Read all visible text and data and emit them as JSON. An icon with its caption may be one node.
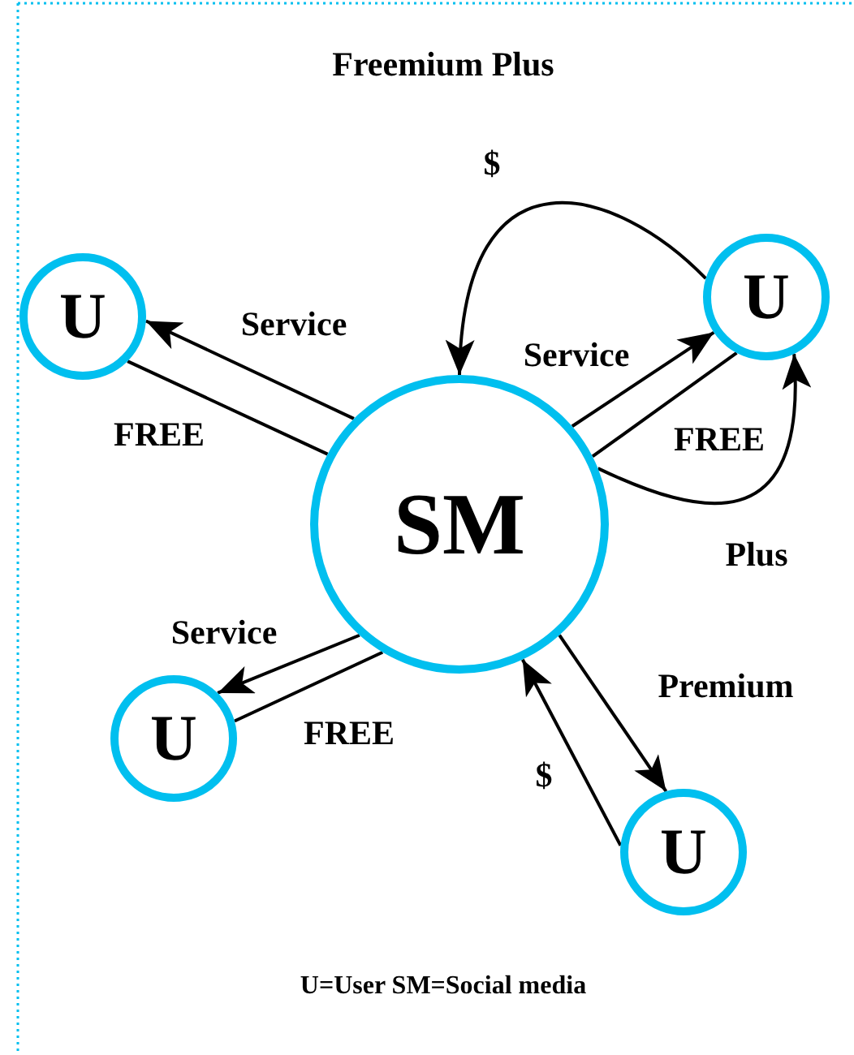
{
  "diagram": {
    "title": "Freemium Plus",
    "caption": "U=User SM=Social media",
    "nodes": [
      {
        "text": [
          "SM"
        ]
      },
      {
        "text": [
          "U"
        ]
      },
      {
        "text": [
          "U"
        ]
      },
      {
        "text": [
          "U"
        ]
      },
      {
        "text": [
          "U"
        ]
      }
    ],
    "edges": [
      {
        "from": 0,
        "to": 1,
        "arrow": "to",
        "label": "Service"
      },
      {
        "from": 1,
        "to": 0,
        "arrow": "none",
        "label": "FREE"
      },
      {
        "from": 0,
        "to": 2,
        "arrow": "to",
        "label": "Service"
      },
      {
        "from": 2,
        "to": 0,
        "arrow": "none",
        "label": "FREE"
      },
      {
        "from": 0,
        "to": 2,
        "arrow": "to",
        "label": "Plus"
      },
      {
        "from": 2,
        "to": 0,
        "arrow": "to",
        "label": "$"
      },
      {
        "from": 0,
        "to": 3,
        "arrow": "to",
        "label": "Service"
      },
      {
        "from": 3,
        "to": 0,
        "arrow": "none",
        "label": "FREE"
      },
      {
        "from": 0,
        "to": 4,
        "arrow": "to",
        "label": "Premium"
      },
      {
        "from": 4,
        "to": 0,
        "arrow": "to",
        "label": "$"
      }
    ]
  }
}
